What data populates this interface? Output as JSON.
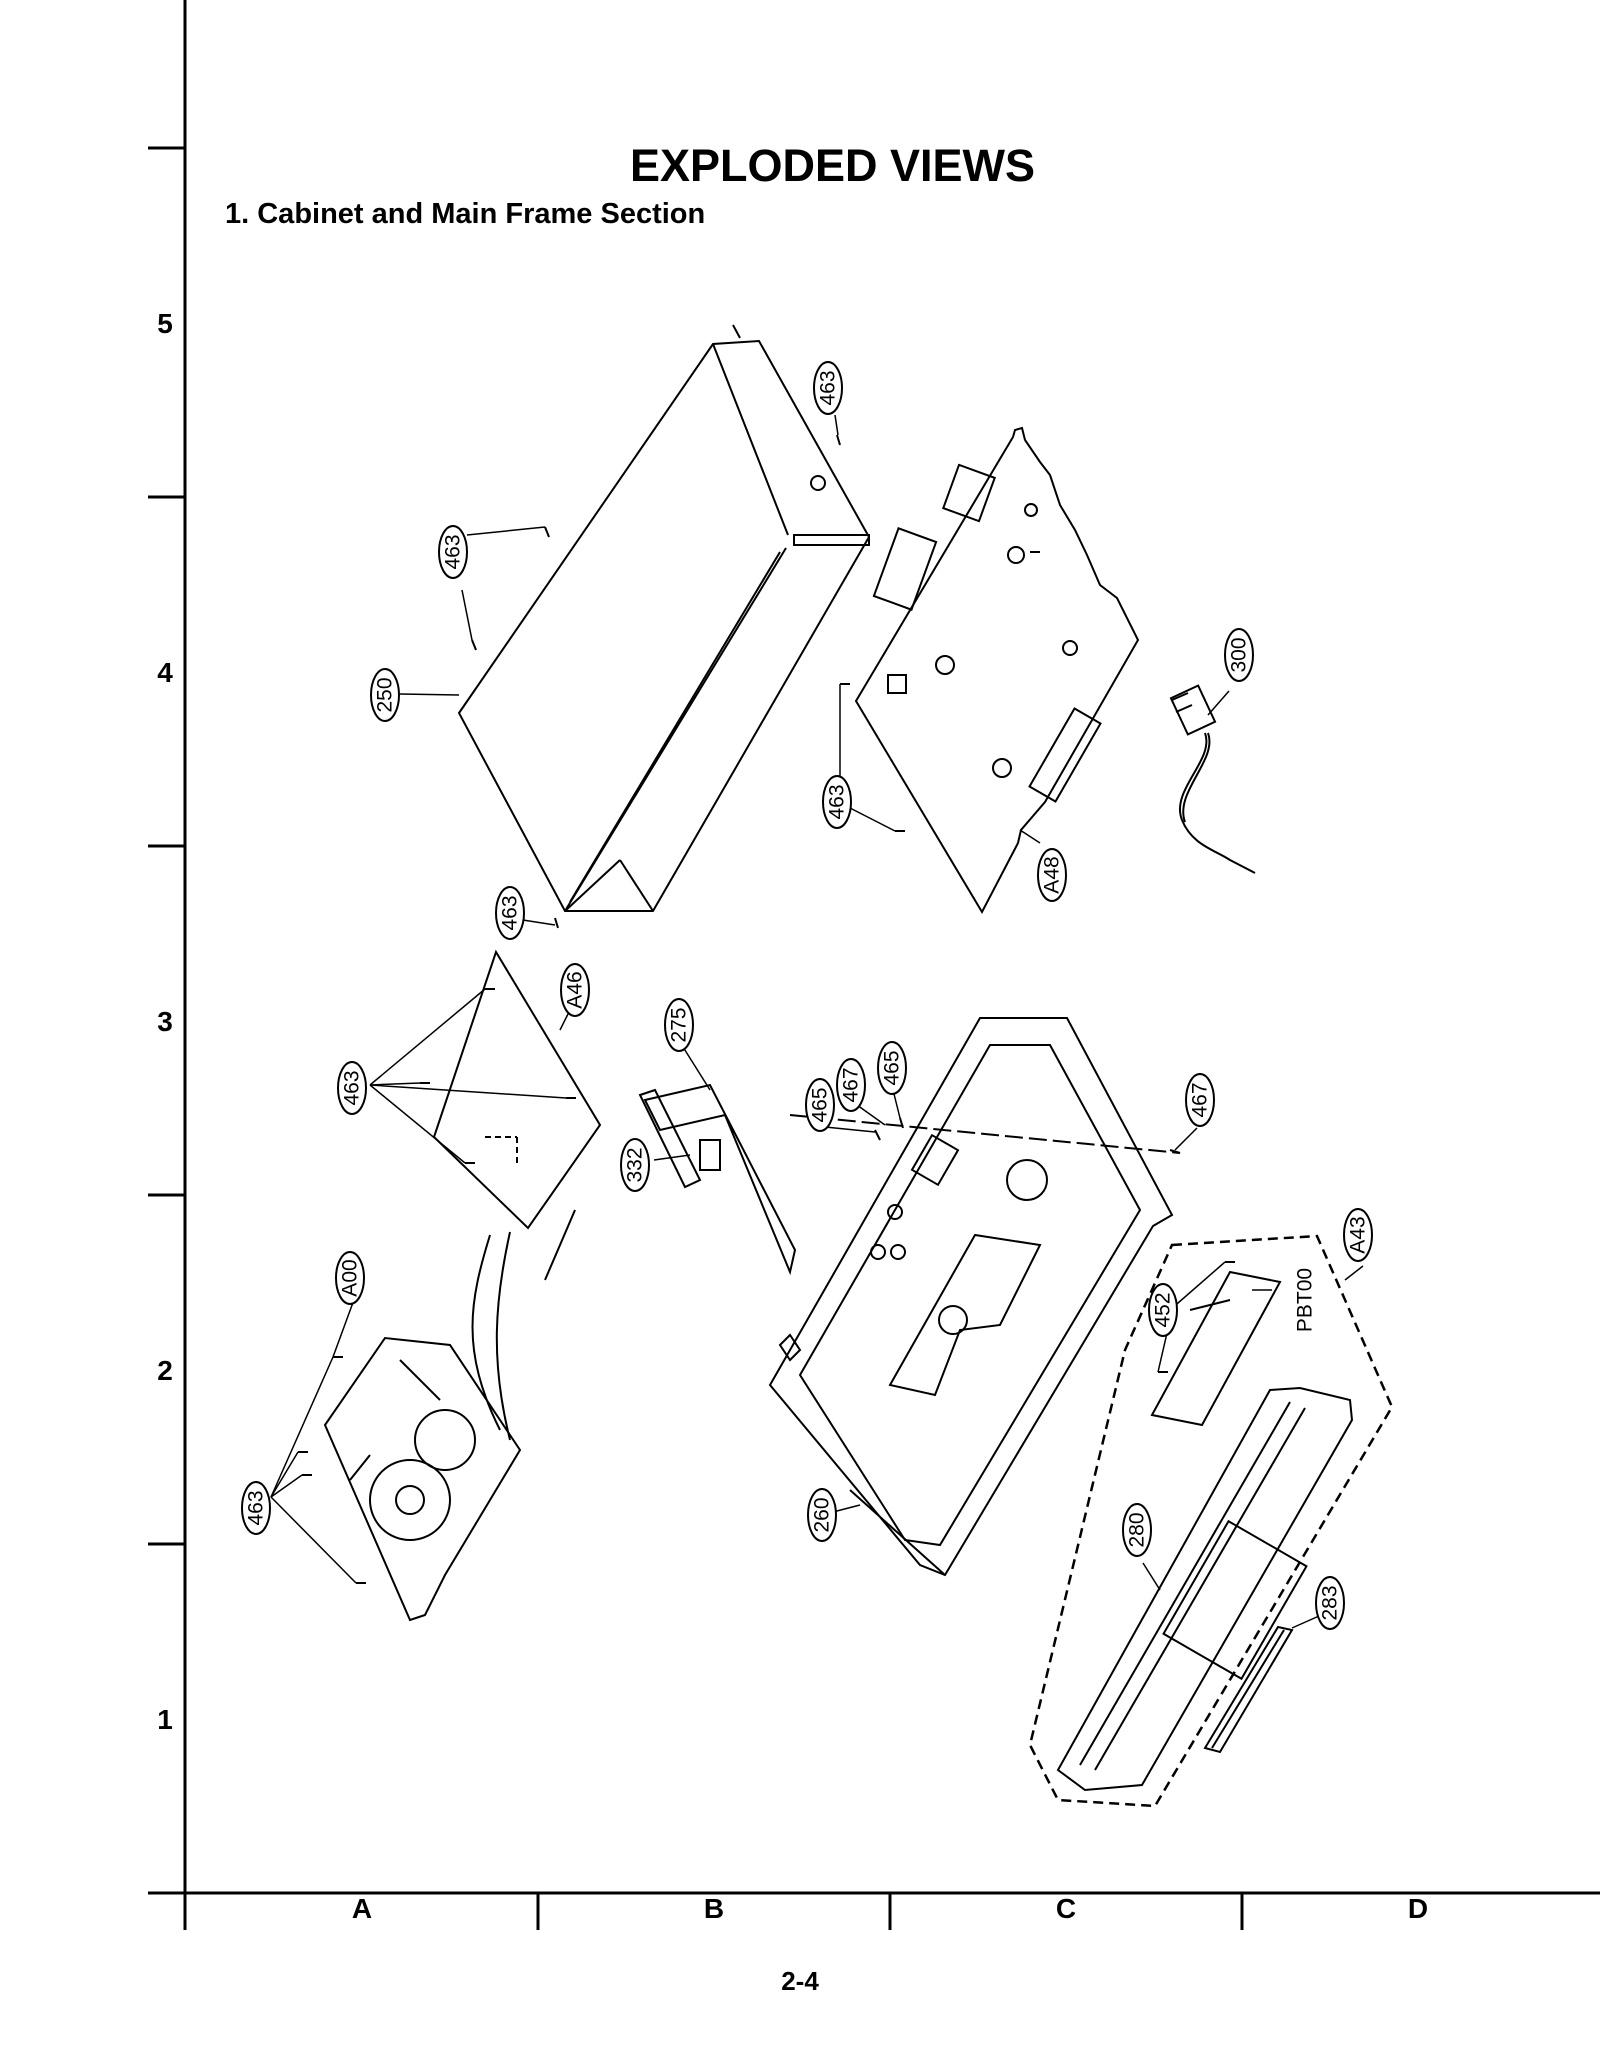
{
  "title": "EXPLODED VIEWS",
  "subtitle": "1. Cabinet and Main Frame Section",
  "grid": {
    "rows": [
      "5",
      "4",
      "3",
      "2",
      "1"
    ],
    "columns": [
      "A",
      "B",
      "C",
      "D"
    ]
  },
  "page_number": "2-4",
  "callouts": {
    "c463_top": "463",
    "c463_left": "463",
    "c250": "250",
    "c463_board": "463",
    "cA48": "A48",
    "c300": "300",
    "c463_mid": "463",
    "cA46": "A46",
    "c463_bracket": "463",
    "c275": "275",
    "c467_a": "467",
    "c465_a": "465",
    "c465_b": "465",
    "c332": "332",
    "c467_b": "467",
    "cA00": "A00",
    "c463_deck": "463",
    "c260": "260",
    "cA43": "A43",
    "c452": "452",
    "cPBT00": "PBT00",
    "c280": "280",
    "c283": "283"
  }
}
